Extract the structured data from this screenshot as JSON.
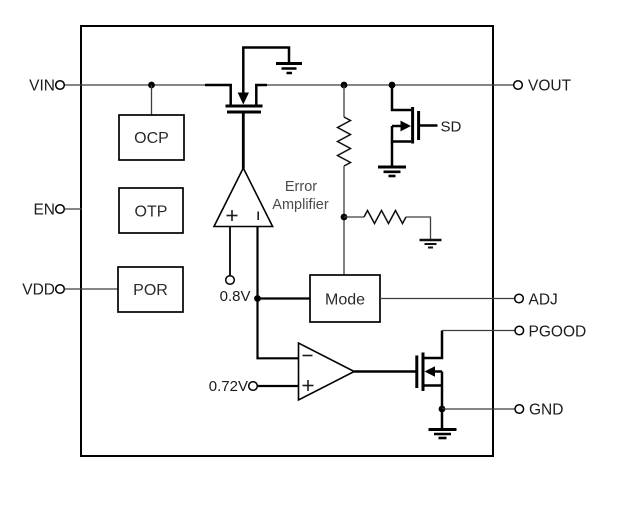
{
  "diagram_type": "ldo-regulator-functional-block-diagram",
  "colors": {
    "background": "#ffffff",
    "line": "#000000",
    "thin_wire": "#3d3d3d",
    "text": "#1c1c1c",
    "muted_text": "#4a4a4a"
  },
  "pins": {
    "left": [
      {
        "label": "VIN"
      },
      {
        "label": "EN"
      },
      {
        "label": "VDD"
      }
    ],
    "right": [
      {
        "label": "VOUT"
      },
      {
        "label": "ADJ"
      },
      {
        "label": "PGOOD"
      },
      {
        "label": "GND"
      }
    ]
  },
  "blocks": {
    "ocp": "OCP",
    "otp": "OTP",
    "por": "POR",
    "mode": "Mode"
  },
  "error_amplifier": {
    "label_line1": "Error",
    "label_line2": "Amplifier",
    "reference": "0.8V",
    "noninverting_mark": "+",
    "inverting_mark": "−"
  },
  "pgood_comparator": {
    "reference": "0.72V",
    "noninverting_mark": "+",
    "inverting_mark": "−"
  },
  "shutdown_label": "SD"
}
